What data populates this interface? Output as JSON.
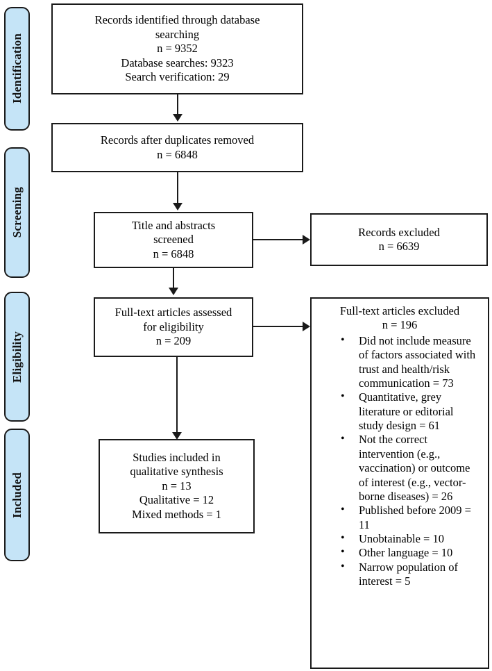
{
  "diagram": {
    "title": "PRISMA study selection flow diagram",
    "accent_color": "#c5e4f7",
    "line_color": "#1a1a1a"
  },
  "stages": [
    {
      "label": "Identification"
    },
    {
      "label": "Screening"
    },
    {
      "label": "Eligibility"
    },
    {
      "label": "Included"
    }
  ],
  "boxes": {
    "identified": {
      "lines": [
        "Records identified through database",
        "searching",
        "n = 9352",
        "Database searches: 9323",
        "Search verification: 29"
      ]
    },
    "after_duplicates": {
      "lines": [
        "Records after duplicates removed",
        "n = 6848"
      ]
    },
    "screened": {
      "lines": [
        "Title and abstracts",
        "screened",
        "n = 6848"
      ]
    },
    "records_excluded": {
      "lines": [
        "Records excluded",
        "n = 6639"
      ]
    },
    "fulltext_assessed": {
      "lines": [
        "Full-text articles assessed",
        "for eligibility",
        "n = 209"
      ]
    },
    "fulltext_excluded": {
      "heading": [
        "Full-text articles excluded",
        "n = 196"
      ],
      "reasons": [
        "Did not include measure of factors associated with trust and health/risk communication = 73",
        "Quantitative, grey literature or editorial study design = 61",
        "Not the correct intervention (e.g., vaccination) or outcome of interest (e.g., vector-borne diseases) = 26",
        "Published before 2009 = 11",
        "Unobtainable = 10",
        "Other language = 10",
        "Narrow population of interest = 5"
      ]
    },
    "included": {
      "lines": [
        "Studies included in",
        "qualitative synthesis",
        "n = 13",
        "Qualitative = 12",
        "Mixed methods = 1"
      ]
    }
  },
  "chart_data": {
    "type": "diagram",
    "title": "PRISMA flow diagram",
    "nodes": [
      {
        "id": "identified",
        "stage": "Identification",
        "n": 9352,
        "detail": {
          "database_searches": 9323,
          "search_verification": 29
        }
      },
      {
        "id": "after_duplicates",
        "stage": "Identification",
        "n": 6848
      },
      {
        "id": "screened",
        "stage": "Screening",
        "n": 6848
      },
      {
        "id": "records_excluded",
        "stage": "Screening",
        "n": 6639
      },
      {
        "id": "fulltext_assessed",
        "stage": "Eligibility",
        "n": 209
      },
      {
        "id": "fulltext_excluded",
        "stage": "Eligibility",
        "n": 196
      },
      {
        "id": "included",
        "stage": "Included",
        "n": 13,
        "detail": {
          "qualitative": 12,
          "mixed_methods": 1
        }
      }
    ],
    "exclusion_reasons": [
      {
        "reason": "Did not include measure of factors associated with trust and health/risk communication",
        "count": 73
      },
      {
        "reason": "Quantitative, grey literature or editorial study design",
        "count": 61
      },
      {
        "reason": "Not the correct intervention (e.g., vaccination) or outcome of interest (e.g., vector-borne diseases)",
        "count": 26
      },
      {
        "reason": "Published before 2009",
        "count": 11
      },
      {
        "reason": "Unobtainable",
        "count": 10
      },
      {
        "reason": "Other language",
        "count": 10
      },
      {
        "reason": "Narrow population of interest",
        "count": 5
      }
    ],
    "edges": [
      {
        "from": "identified",
        "to": "after_duplicates"
      },
      {
        "from": "after_duplicates",
        "to": "screened"
      },
      {
        "from": "screened",
        "to": "records_excluded"
      },
      {
        "from": "screened",
        "to": "fulltext_assessed"
      },
      {
        "from": "fulltext_assessed",
        "to": "fulltext_excluded"
      },
      {
        "from": "fulltext_assessed",
        "to": "included"
      }
    ]
  }
}
